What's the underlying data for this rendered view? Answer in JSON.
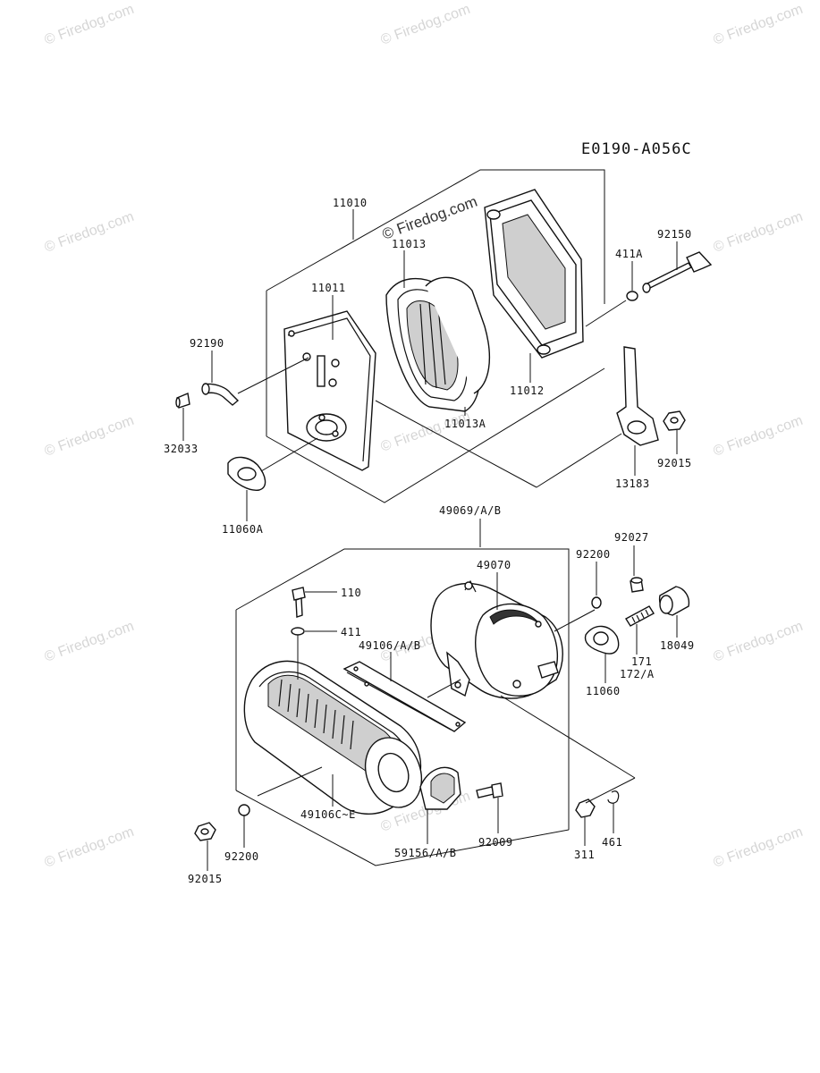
{
  "diagram": {
    "code": "E0190-A056C",
    "watermark_text": "© Firedog.com",
    "labels": {
      "p11010": "11010",
      "p11013": "11013",
      "p11011": "11011",
      "p92150": "92150",
      "p411A": "411A",
      "p92190": "92190",
      "p11012": "11012",
      "p32033": "32033",
      "p11013A": "11013A",
      "p92015_top": "92015",
      "p13183": "13183",
      "p11060A": "11060A",
      "p49069": "49069/A/B",
      "p92027": "92027",
      "p49070": "49070",
      "p92200_right": "92200",
      "p110": "110",
      "p411": "411",
      "p49106AB": "49106/A/B",
      "p171": "171",
      "p172A": "172/A",
      "p18049": "18049",
      "p11060": "11060",
      "p49106CE": "49106C~E",
      "p92200_left": "92200",
      "p59156": "59156/A/B",
      "p92009": "92009",
      "p311": "311",
      "p461": "461",
      "p92015_bottom": "92015"
    }
  }
}
